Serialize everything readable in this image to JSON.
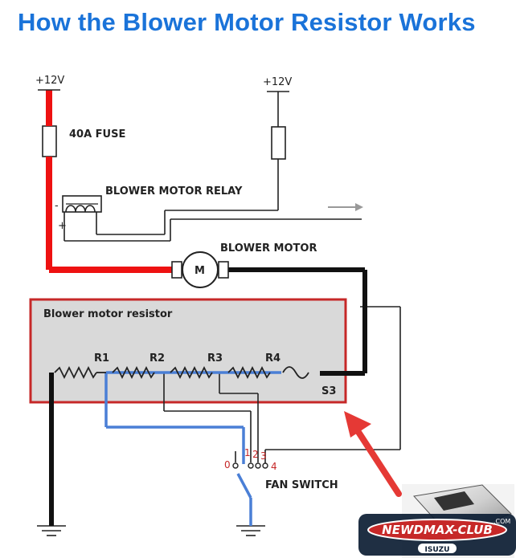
{
  "title": "How the Blower Motor Resistor Works",
  "labels": {
    "supply_left": "+12V",
    "supply_right": "+12V",
    "fuse": "40A FUSE",
    "relay": "BLOWER MOTOR RELAY",
    "relay_plus": "+",
    "relay_minus": "-",
    "motor": "BLOWER MOTOR",
    "motor_symbol": "M",
    "resistor_box": "Blower motor resistor",
    "r1": "R1",
    "r2": "R2",
    "r3": "R3",
    "r4": "R4",
    "s3": "S3",
    "fan_switch": "FAN SWITCH",
    "pin0": "0",
    "pin1": "1",
    "pin2": "2",
    "pin3": "3",
    "pin4": "4"
  },
  "watermark": {
    "logo_text": "NEWDMAX-CLUB",
    "logo_suffix": ".COM",
    "brand": "ISUZU"
  },
  "colors": {
    "title": "#1a73d9",
    "positive_wire": "#ee1111",
    "ground_wire": "#111111",
    "current_path": "#4a7fd6",
    "highlight_box": "#c62828",
    "resistor_fill": "#d9d9d9",
    "arrow": "#e53935"
  }
}
